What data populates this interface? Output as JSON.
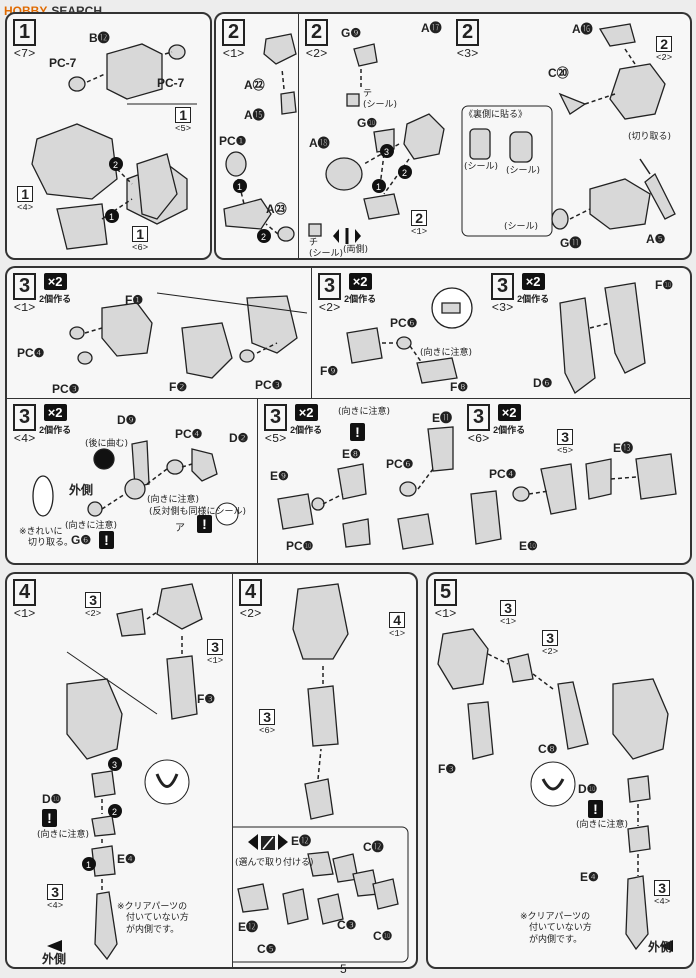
{
  "watermark": {
    "logo": "HOBBY",
    "text": "SEARCH"
  },
  "page_number": "5",
  "panels": {
    "s1_7": {
      "step": "1",
      "sub": "<7>",
      "labels": {
        "b12": "B⓬",
        "pc7a": "PC-7",
        "pc7b": "PC-7"
      },
      "refs": {
        "r5": {
          "n": "1",
          "s": "<5>"
        },
        "r4": {
          "n": "1",
          "s": "<4>"
        },
        "r6": {
          "n": "1",
          "s": "<6>"
        }
      }
    },
    "s2_1": {
      "step": "2",
      "sub": "<1>",
      "labels": {
        "a22": "A㉒",
        "a15": "A⓯",
        "pc1": "PC❶",
        "a23": "A㉓"
      }
    },
    "s2_2": {
      "step": "2",
      "sub": "<2>",
      "labels": {
        "g9": "G❾",
        "a17": "A⓱",
        "a18": "A⓲",
        "g10": "G❿"
      },
      "notes": {
        "seal1": "テ\n(シール)",
        "seal2": "チ\n(シール)",
        "both": "(両側)"
      },
      "refs": {
        "r1": {
          "n": "2",
          "s": "<1>"
        }
      }
    },
    "s2_3": {
      "step": "2",
      "sub": "<3>",
      "labels": {
        "a16": "A⓰",
        "c20": "C⑳",
        "g11": "G⓫",
        "a5": "A❺"
      },
      "notes": {
        "inner": "《裏側に貼る》",
        "seal": "(シール)",
        "seal2": "(シール)",
        "seal3": "(シール)",
        "cut": "(切り取る)"
      },
      "refs": {
        "r2": {
          "n": "2",
          "s": "<2>"
        }
      }
    },
    "s3_1": {
      "step": "3",
      "sub": "<1>",
      "x2": "×2",
      "x2t": "2個作る",
      "labels": {
        "f1": "F❶",
        "pcd": "PC❹",
        "pcc": "PC❸",
        "f2": "F❷",
        "pcc2": "PC❸"
      }
    },
    "s3_2": {
      "step": "3",
      "sub": "<2>",
      "x2": "×2",
      "x2t": "2個作る",
      "labels": {
        "pcf": "PC❻",
        "f9": "F❾",
        "f8": "F❽"
      },
      "notes": {
        "dir": "(向きに注意)"
      }
    },
    "s3_3": {
      "step": "3",
      "sub": "<3>",
      "x2": "×2",
      "x2t": "2個作る",
      "labels": {
        "f10": "F❿",
        "d6": "D❻"
      }
    },
    "s3_4": {
      "step": "3",
      "sub": "<4>",
      "x2": "×2",
      "x2t": "2個作る",
      "labels": {
        "d9": "D❾",
        "pcd": "PC❹",
        "d2": "D❷",
        "g6": "G❻",
        "outer": "外側"
      },
      "notes": {
        "back": "(後に曲む)",
        "dir": "(向きに注意)",
        "dir2": "(向きに注意)",
        "seal": "(反対側も同様にシール)",
        "seal_a": "ア",
        "cut": "※きれいに\n　切り取る。"
      }
    },
    "s3_5": {
      "step": "3",
      "sub": "<5>",
      "x2": "×2",
      "x2t": "2個作る",
      "labels": {
        "e11": "E⓫",
        "e8": "E❽",
        "pcf": "PC❻",
        "e9": "E❾",
        "pcj": "PC❿"
      },
      "notes": {
        "dir": "(向きに注意)"
      }
    },
    "s3_6": {
      "step": "3",
      "sub": "<6>",
      "x2": "×2",
      "x2t": "2個作る",
      "labels": {
        "e13": "E⓭",
        "pcd": "PC❹",
        "e10": "E❿"
      },
      "refs": {
        "r5": {
          "n": "3",
          "s": "<5>"
        }
      }
    },
    "s4_1": {
      "step": "4",
      "sub": "<1>",
      "labels": {
        "f3": "F❸",
        "d10": "D❿",
        "e4": "E❹",
        "outer": "外側"
      },
      "notes": {
        "dir": "(向きに注意)",
        "clear": "※クリアパーツの\n　付いていない方\n　が内側です。"
      },
      "refs": {
        "r2": {
          "n": "3",
          "s": "<2>"
        },
        "r1": {
          "n": "3",
          "s": "<1>"
        },
        "r4": {
          "n": "3",
          "s": "<4>"
        }
      }
    },
    "s4_2": {
      "step": "4",
      "sub": "<2>",
      "labels": {
        "e12": "E⓬",
        "c12": "C⓬",
        "c3": "C❸",
        "c10": "C❿",
        "e12b": "E⓬",
        "c5": "C❺"
      },
      "notes": {
        "choose": "(選んで取り付ける)"
      },
      "refs": {
        "r41": {
          "n": "4",
          "s": "<1>"
        },
        "r36": {
          "n": "3",
          "s": "<6>"
        }
      }
    },
    "s5_1": {
      "step": "5",
      "sub": "<1>",
      "labels": {
        "f3": "F❸",
        "c8": "C❽",
        "d10": "D❿",
        "e4": "E❹",
        "outer": "外側"
      },
      "notes": {
        "dir": "(向きに注意)",
        "clear": "※クリアパーツの\n　付いていない方\n　が内側です。"
      },
      "refs": {
        "r1": {
          "n": "3",
          "s": "<1>"
        },
        "r2": {
          "n": "3",
          "s": "<2>"
        },
        "r4": {
          "n": "3",
          "s": "<4>"
        }
      }
    }
  }
}
